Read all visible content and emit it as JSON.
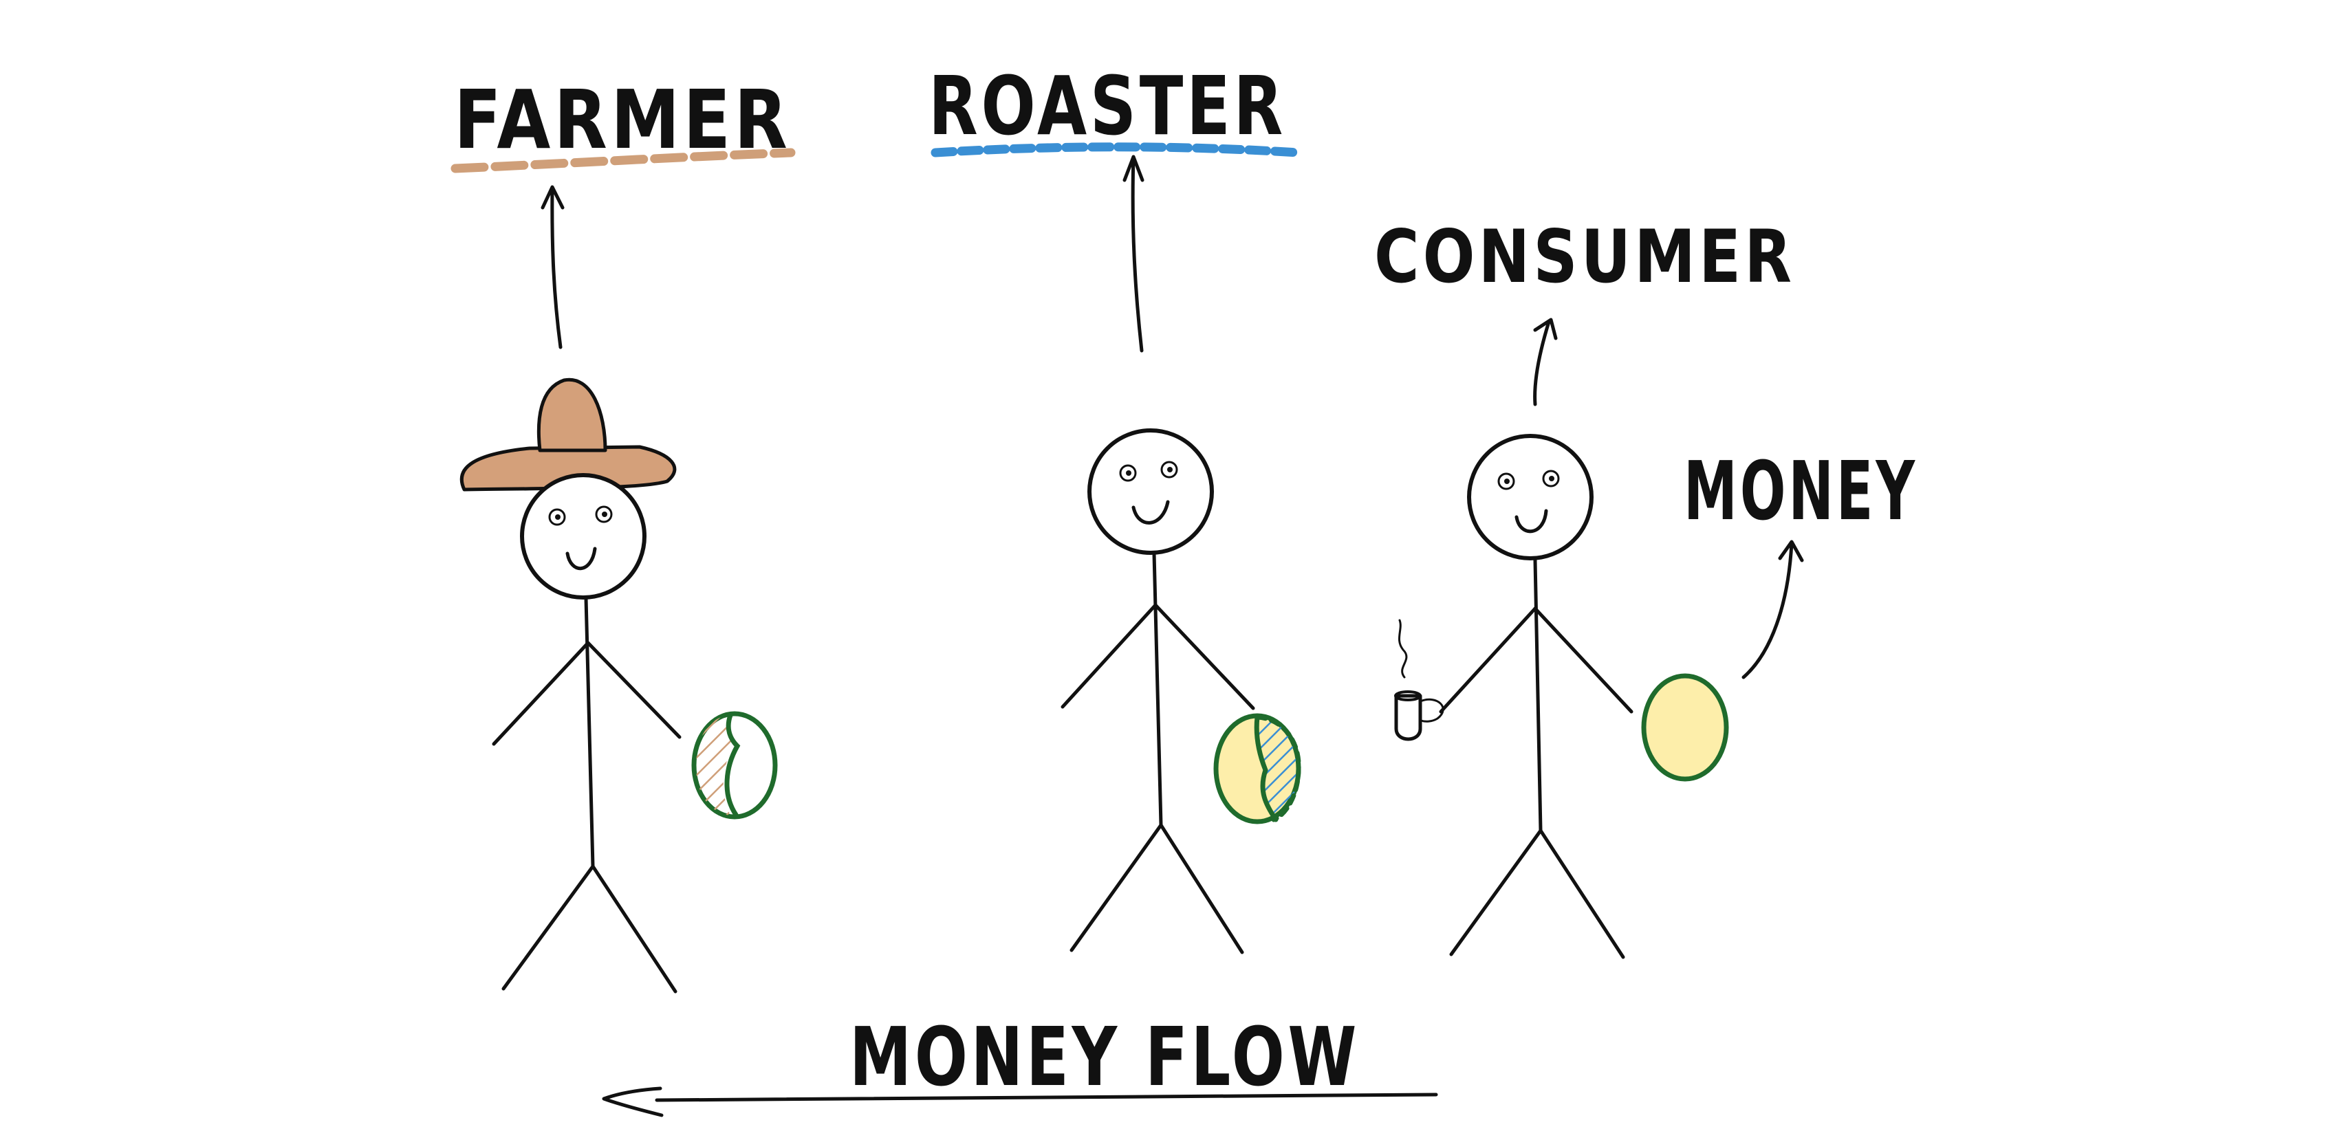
{
  "labels": {
    "farmer": "FARMER",
    "roaster": "ROASTER",
    "consumer": "CONSUMER",
    "money": "MONEY",
    "money_flow": "MONEY FLOW"
  },
  "colors": {
    "ink": "#111111",
    "farmer_accent": "#cf9f79",
    "roaster_accent": "#3a8fd4",
    "bean_outline": "#1f6b2c",
    "money_fill": "#fdeeaa",
    "hat_fill": "#d4a07a"
  },
  "icons": {
    "farmer_hat": "cowboy-hat-icon",
    "farmer_item": "green-coffee-bean-icon",
    "roaster_item": "roasted-coffee-bean-icon",
    "consumer_item": "coffee-cup-icon",
    "consumer_money": "coin-icon"
  }
}
